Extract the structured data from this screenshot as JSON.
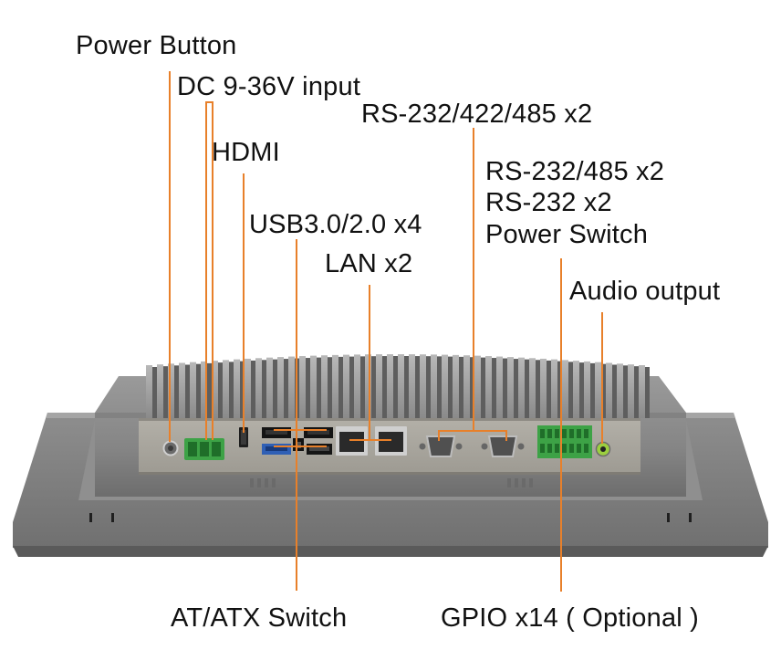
{
  "labels": {
    "power_button": "Power Button",
    "dc_input": "DC 9-36V input",
    "rs232_422_485": "RS-232/422/485 x2",
    "hdmi": "HDMI",
    "rs232_485": "RS-232/485 x2",
    "rs232": "RS-232 x2",
    "power_switch": "Power Switch",
    "usb": "USB3.0/2.0 x4",
    "lan": "LAN x2",
    "audio": "Audio output",
    "at_atx": "AT/ATX Switch",
    "gpio": "GPIO x14 ( Optional )"
  },
  "colors": {
    "leader": "#e8802a",
    "panel_body": "#8a8a8a",
    "panel_dark": "#5f5f5f",
    "io_plate": "#aaa79f",
    "connector_green": "#3da246",
    "usb_blue": "#2f5fb5"
  }
}
